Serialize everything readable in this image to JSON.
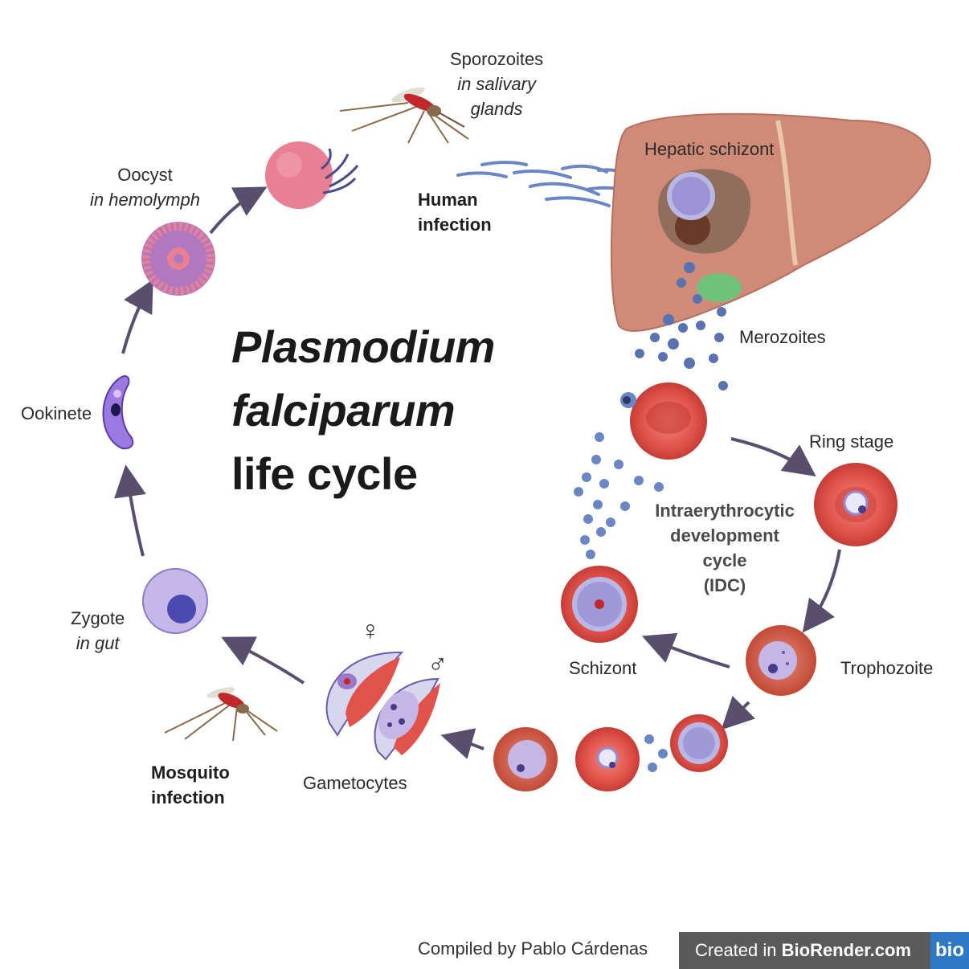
{
  "title": {
    "line1": "Plasmodium",
    "line2": "falciparum",
    "line3": "life cycle"
  },
  "labels": {
    "sporozoites": [
      "Sporozoites",
      "in salivary",
      "glands"
    ],
    "oocyst": [
      "Oocyst",
      "in hemolymph"
    ],
    "human_infection": [
      "Human",
      "infection"
    ],
    "hepatic_schizont": "Hepatic schizont",
    "merozoites": "Merozoites",
    "ring_stage": "Ring stage",
    "idc": [
      "Intraerythrocytic",
      "development",
      "cycle",
      "(IDC)"
    ],
    "ookinete": "Ookinete",
    "zygote": [
      "Zygote",
      "in gut"
    ],
    "schizont": "Schizont",
    "trophozoite": "Trophozoite",
    "mosquito_infection": [
      "Mosquito",
      "infection"
    ],
    "gametocytes": "Gametocytes",
    "female_symbol": "♀",
    "male_symbol": "♂"
  },
  "footer": {
    "credit": "Compiled by Pablo Cárdenas",
    "created_in": "Created in",
    "brand": "BioRender.com",
    "logo": "bio"
  },
  "colors": {
    "rbc": "#e0524a",
    "rbc_dark": "#c63d36",
    "liver": "#d08a78",
    "parasite": "#8a78c8",
    "arrow": "#5a4e6e",
    "oocyst": "#e87f92"
  }
}
